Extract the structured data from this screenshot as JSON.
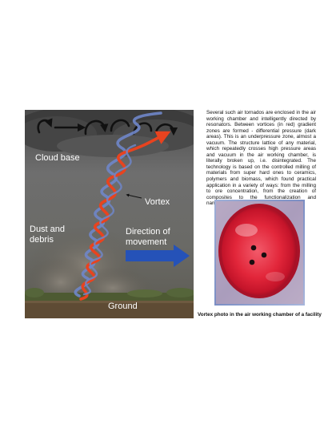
{
  "illustration": {
    "labels": {
      "cloud_base": "Cloud base",
      "vortex": "Vortex",
      "dust_line1": "Dust and",
      "dust_line2": "debris",
      "direction_line1": "Direction of",
      "direction_line2": "movement",
      "ground": "Ground"
    },
    "colors": {
      "vortex_red": "#e8431f",
      "vortex_blue": "#6f86c9",
      "arrow_blue": "#2552b8",
      "cloud_dark": "#3f3f3f",
      "sky_gray": "#6b6b6b"
    }
  },
  "body_text": "Several such air tornados are enclosed in the air working chamber and intelligently directed by resonators. Between vortices (in red) gradient zones are formed - differential pressure (dark areas). This is an underpressure zone, almost a vacuum. The structure lattice of any material, which repeatedly crosses high pressure areas and vacuum in the air working chamber, is literally broken up, i.e. disintegrated. The technology is based on the controlled milling of materials from super hard ones to ceramics, polymers and biomass, which found practical application in a variety of ways: from the milling to ore concentration, from the creation of composites to the functionalization and nanostructuring of materials.",
  "photo": {
    "caption": "Vortex photo in the air working chamber of a facility",
    "colors": {
      "disc_red": "#e2263a",
      "frame_blue": "#8a9fcf"
    }
  }
}
